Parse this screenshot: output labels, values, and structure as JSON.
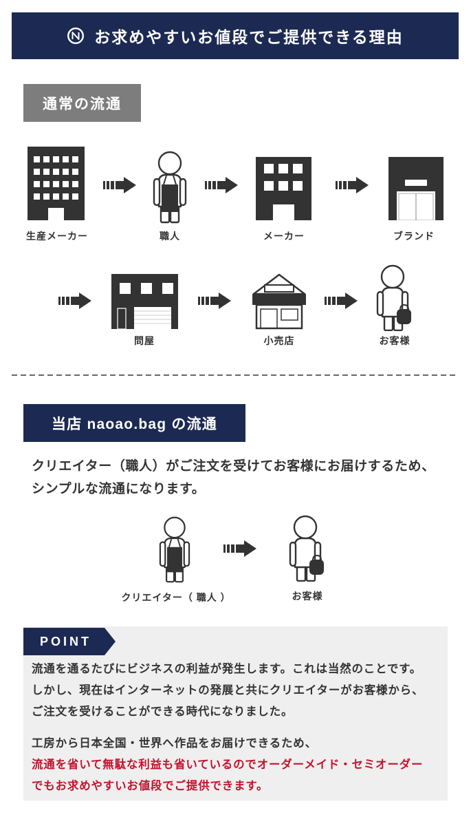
{
  "colors": {
    "navy": "#1c2a53",
    "label_gray": "#7d7d7d",
    "text": "#333333",
    "highlight_red": "#c3132d",
    "point_bg": "#efefef"
  },
  "header": {
    "logo_icon": "brand-logo-icon",
    "title": "お求めやすいお値段でご提供できる理由"
  },
  "normal_flow": {
    "label": "通常の流通",
    "arrow_icon": "right-arrow-icon",
    "steps": [
      {
        "label": "生産メーカー",
        "icon": "factory-building-icon"
      },
      {
        "label": "職人",
        "icon": "craftsman-icon"
      },
      {
        "label": "メーカー",
        "icon": "maker-building-icon"
      },
      {
        "label": "ブランド",
        "icon": "brand-store-icon"
      },
      {
        "label": "問屋",
        "icon": "wholesaler-building-icon"
      },
      {
        "label": "小売店",
        "icon": "retail-shop-icon"
      },
      {
        "label": "お客様",
        "icon": "customer-with-bag-icon"
      }
    ]
  },
  "our_flow": {
    "label": "当店 naoao.bag の流通",
    "description": [
      "クリエイター（職人）がご注文を受けてお客様にお届けするため、",
      "シンプルな流通になります。"
    ],
    "steps": [
      {
        "label": "クリエイター（ 職人 ）",
        "icon": "craftsman-icon"
      },
      {
        "label": "お客様",
        "icon": "customer-with-bag-icon"
      }
    ]
  },
  "point": {
    "tab_label": "POINT",
    "paragraph_1": [
      "流通を通るたびにビジネスの利益が発生します。これは当然のことです。",
      "しかし、現在はインターネットの発展と共にクリエイターがお客様から、",
      "ご注文を受けることができる時代になりました。"
    ],
    "paragraph_2": "工房から日本全国・世界へ作品をお届けできるため、",
    "highlight": [
      "流通を省いて無駄な利益も省いているのでオーダーメイド・セミオーダー",
      "でもお求めやすいお値段でご提供できます。"
    ]
  }
}
